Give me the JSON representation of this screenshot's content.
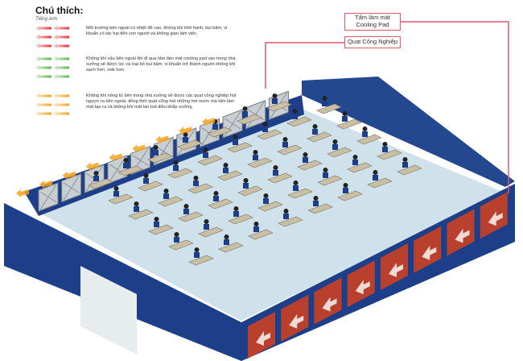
{
  "legend": {
    "title": "Chú thích:",
    "subtitle": "Tiếng Anh",
    "items": [
      {
        "color": "#e8343a",
        "text": "Môi trường bên ngoài có nhiệt độ cao, không khí khô hanh, bụi bặm, vi khuẩn có tác hại đến con người và không gian làm việc."
      },
      {
        "color": "#5cb84a",
        "text": "Không khí xấu bên ngoài khi đi qua tấm làm mát cooling pad vào trong nhà xưởng sẽ được lọc và loại bỏ bụi bặm, vi khuẩn trở thành nguồn không khí sạch hơn, mát hơn"
      },
      {
        "color": "#f7a21b",
        "text": "Không khí nóng từ bên trong nhà xưởng sẽ được các quạt công nghiệp hút ngược ra bên ngoài, đồng thời quạt cũng hút những hơi nước mà tấm làm mát tạo ra và không khí mát lan toả điều khắp xưởng."
      }
    ]
  },
  "callouts": {
    "cooling_pad": {
      "line1": "Tấm làm mát",
      "line2": "Cooling Pad"
    },
    "fan": "Quạt Công Nghiệp"
  },
  "colors": {
    "wall": "#1d3f8a",
    "floor": "#cfe1ea",
    "pad": "#b8402c",
    "callout": "#e05a6a"
  }
}
